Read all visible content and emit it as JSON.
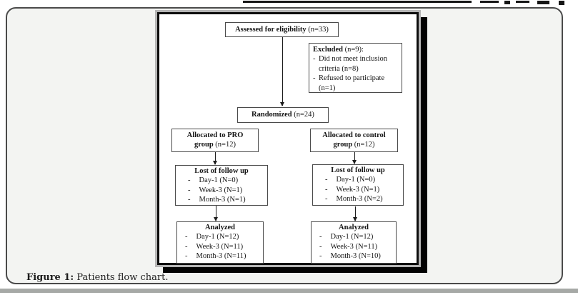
{
  "list_marker": "-",
  "figure": {
    "caption": {
      "label": "Figure 1:",
      "text": " Patients flow chart."
    },
    "flowchart": {
      "assessed": {
        "bold": "Assessed for eligibility",
        "tail": " (n=33)"
      },
      "excluded": {
        "bold": "Excluded",
        "tail": " (n=9):",
        "items": [
          "Did not meet inclusion criteria (n=8)",
          "Refused to participate (n=1)"
        ]
      },
      "randomized": {
        "bold": "Randomized",
        "tail": " (n=24)"
      },
      "allocated_pro": {
        "line1": "Allocated to PRO",
        "line2_bold": "group",
        "line2_tail": " (n=12)"
      },
      "allocated_control": {
        "line1": "Allocated to control",
        "line2_bold": "group",
        "line2_tail": " (n=12)"
      },
      "lost_pro": {
        "title": "Lost of follow up",
        "items": [
          "Day-1 (N=0)",
          "Week-3 (N=1)",
          "Month-3 (N=1)"
        ]
      },
      "lost_control": {
        "title": "Lost of follow up",
        "items": [
          "Day-1 (N=0)",
          "Week-3 (N=1)",
          "Month-3 (N=2)"
        ]
      },
      "analyzed_pro": {
        "title": "Analyzed",
        "items": [
          "Day-1 (N=12)",
          "Week-3 (N=11)",
          "Month-3 (N=11)"
        ]
      },
      "analyzed_control": {
        "title": "Analyzed",
        "items": [
          "Day-1 (N=12)",
          "Week-3 (N=11)",
          "Month-3 (N=10)"
        ]
      }
    },
    "colors": {
      "card_border": "#4a4a4a",
      "card_background": "#f3f4f2",
      "panel_shadow": "#020202",
      "bottom_band": "#a6a9a6",
      "box_border": "#4a4a4a"
    }
  }
}
